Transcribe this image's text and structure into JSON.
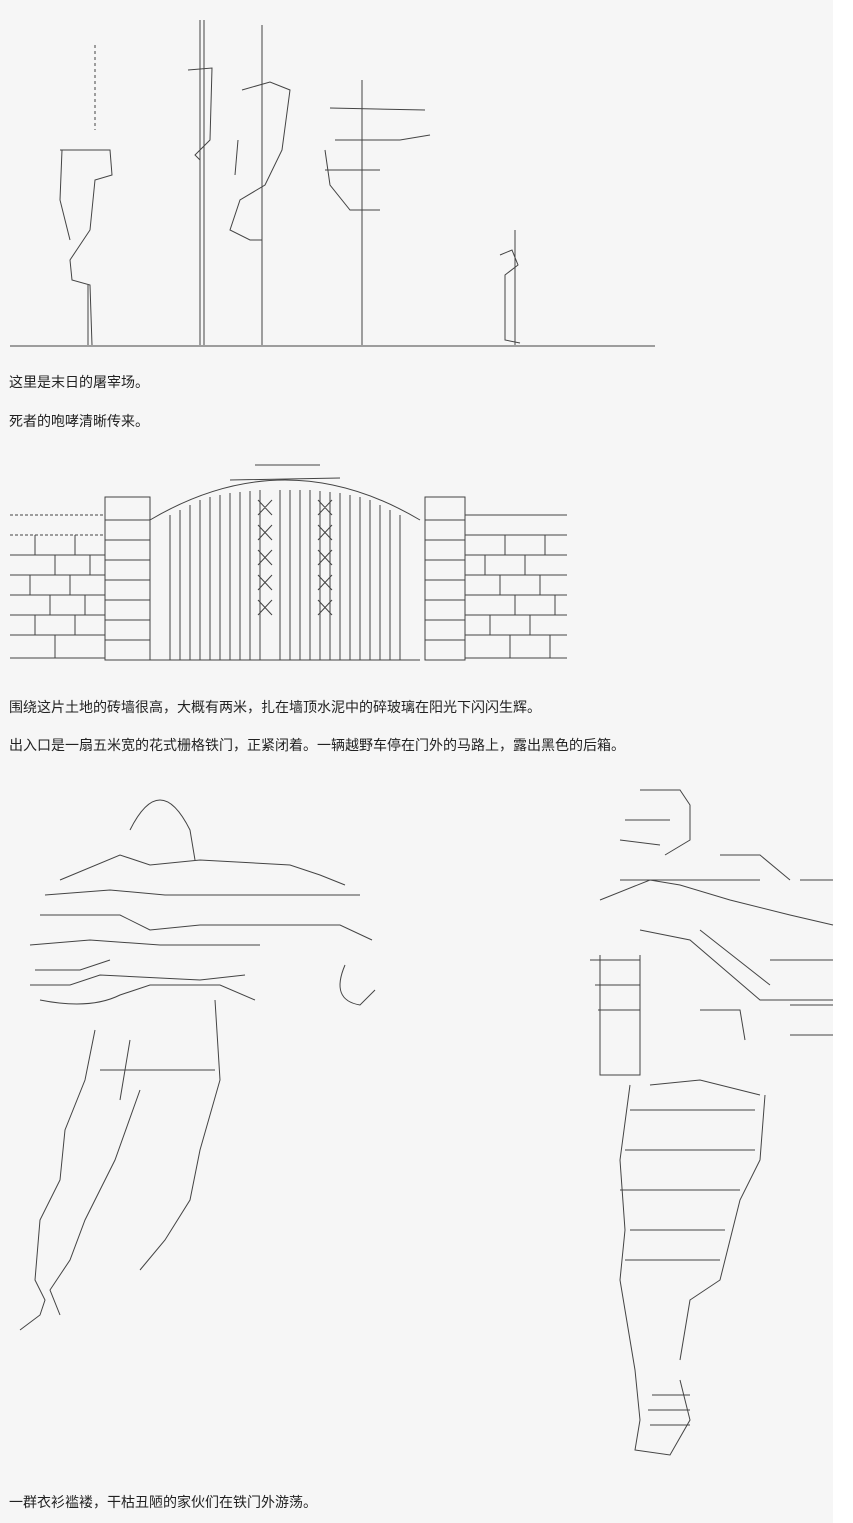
{
  "paragraphs": [
    "这里是末日的屠宰场。",
    "死者的咆哮清晰传来。",
    "围绕这片土地的砖墙很高，大概有两米，扎在墙顶水泥中的碎玻璃在阳光下闪闪生辉。",
    "出入口是一扇五米宽的花式栅格铁门，正紧闭着。一辆越野车停在门外的马路上，露出黑色的后箱。",
    "一群衣衫褴褛，干枯丑陋的家伙们在铁门外游荡。"
  ],
  "colors": {
    "background": "#f6f6f6",
    "text": "#222222"
  }
}
